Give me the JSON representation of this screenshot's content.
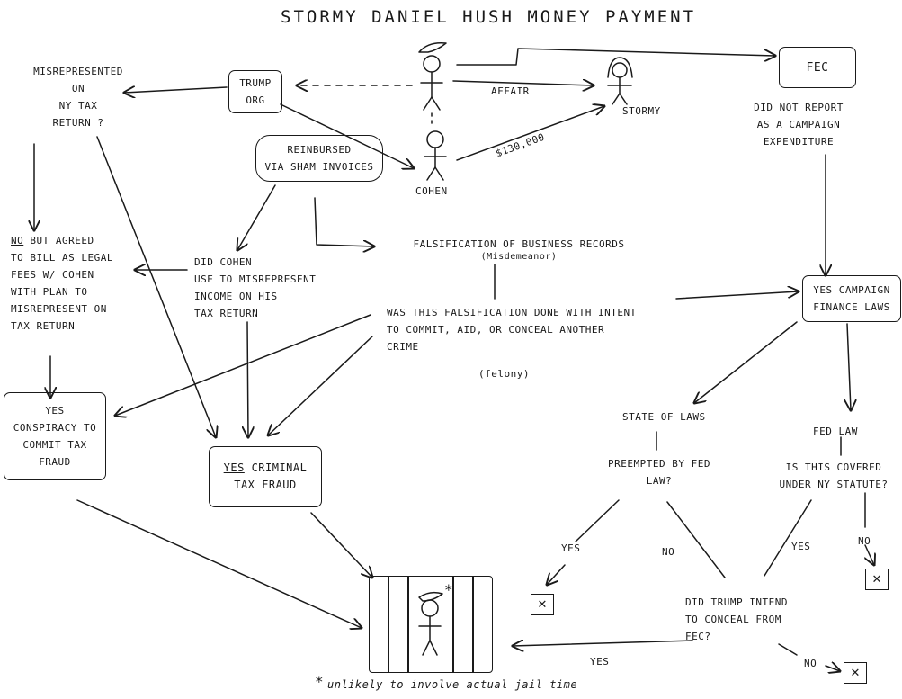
{
  "title": "STORMY DANIEL HUSH MONEY PAYMENT",
  "fig": {
    "trump": "trump-figure",
    "stormy": "STORMY",
    "cohen": "COHEN"
  },
  "edges": {
    "affair": "AFFAIR",
    "amount": "$130,000"
  },
  "nodes": {
    "trump_org": "TRUMP\nORG",
    "fec": "FEC",
    "fec_note": "DID NOT REPORT\nAS A CAMPAIGN\nEXPENDITURE",
    "misrep": "MISREPRESENTED\nON\nNY TAX\nRETURN ?",
    "reimbursed": "REINBURSED\nVIA SHAM INVOICES",
    "no_but": "but agreed\nto bill as legal\nfees w/ cohen\nwith plan to\nmisrepresent on\ntax return",
    "no_word": "NO",
    "cohen_q": "DID COHEN\nUSE TO MISREPRESENT\nINCOME ON HIS\nTAX RETURN",
    "falsification": "FALSIFICATION OF BUSINESS RECORDS",
    "misdemeanor": "(Misdemeanor)",
    "felony_q": "WAS THIS FALSIFICATION DONE WITH INTENT\nTO COMMIT, AID, OR CONCEAL ANOTHER\nCRIME",
    "felony": "(felony)",
    "campaign": "YES CAMPAIGN\nFINANCE LAWS",
    "conspiracy": "YES\nCONSPIRACY TO\nCOMMIT TAX\nFRAUD",
    "criminal_yes": "YES",
    "criminal_rest": "CRIMINAL\nTAX FRAUD",
    "state": "STATE OF LAWS",
    "preempt": "PREEMPTED BY FED\nLAW?",
    "fed": "FED LAW",
    "covered": "IS THIS COVERED\nUNDER NY STATUTE?",
    "intent": "DID TRUMP INTEND\nTO CONCEAL FROM\nFEC?",
    "jail_note": "unlikely to involve actual jail time"
  },
  "branches": {
    "yes1": "YES",
    "no1": "NO",
    "yes2": "YES",
    "no2": "NO",
    "yes3": "YES",
    "no3": "NO"
  },
  "marks": {
    "x": "✕",
    "star": "*"
  },
  "ink": "#1a1a1a"
}
